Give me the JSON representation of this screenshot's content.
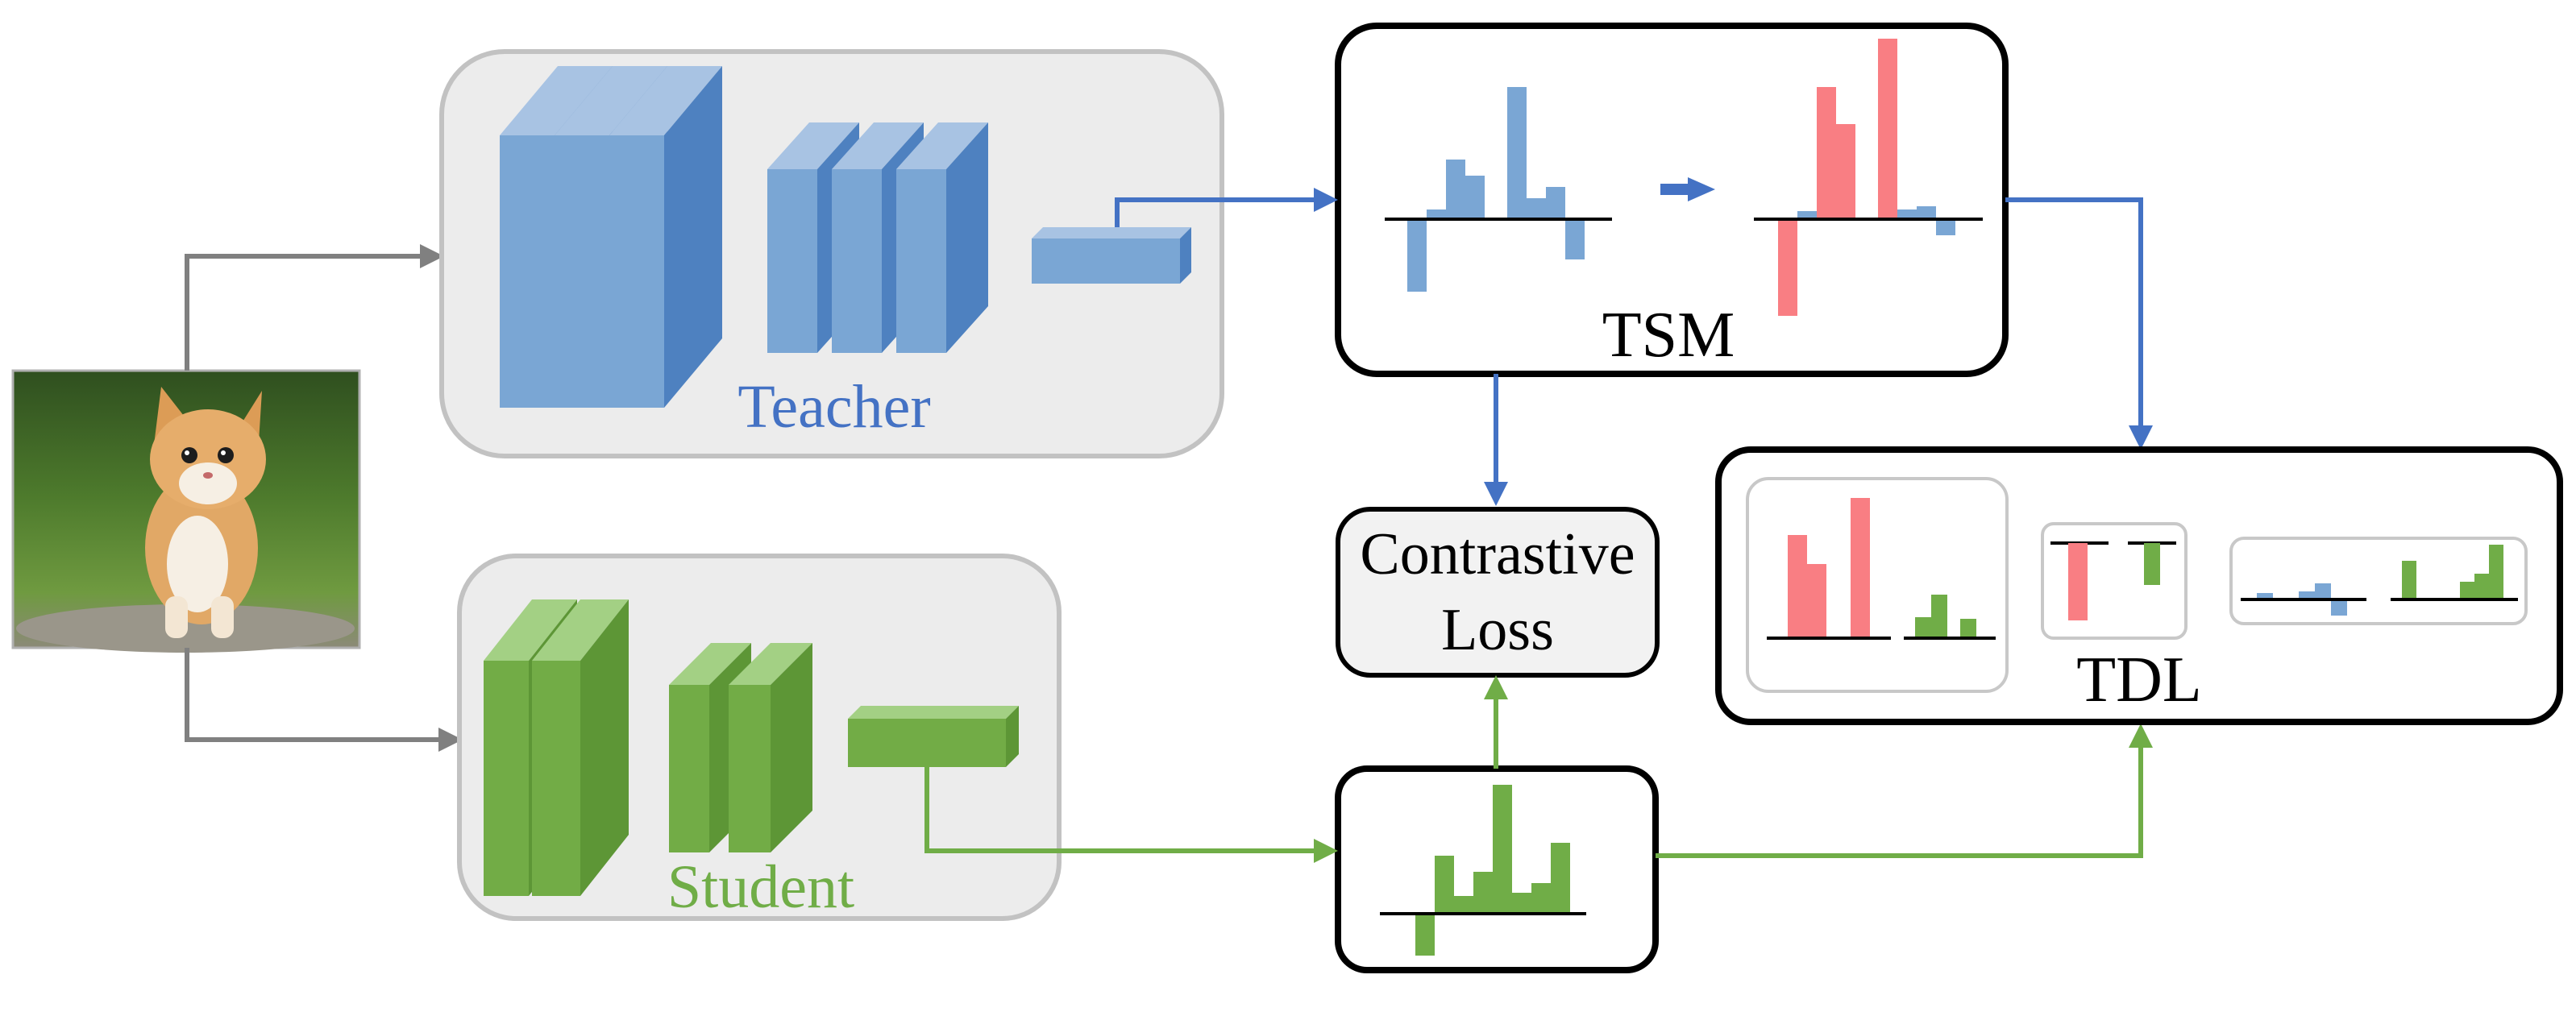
{
  "colors": {
    "teacher": "#4f7fbd",
    "teacher_light": "#7aa3d1",
    "student": "#5d9636",
    "student_light": "#78b04a",
    "red": "#f97e83",
    "gray_arrow": "#808080",
    "panel_fill": "#ececec",
    "panel_stroke": "#c2c2c2",
    "box_stroke": "#000000"
  },
  "labels": {
    "teacher": "Teacher",
    "student": "Student",
    "tsm": "TSM",
    "contrastive_line1": "Contrastive",
    "contrastive_line2": "Loss",
    "tdl": "TDL"
  },
  "input_image": {
    "subject": "kitten",
    "icon": "kitten-photo"
  },
  "icons": {
    "input": "kitten-photo",
    "feature_blocks": "3d-layer-block",
    "arrows": "flow-arrow"
  }
}
